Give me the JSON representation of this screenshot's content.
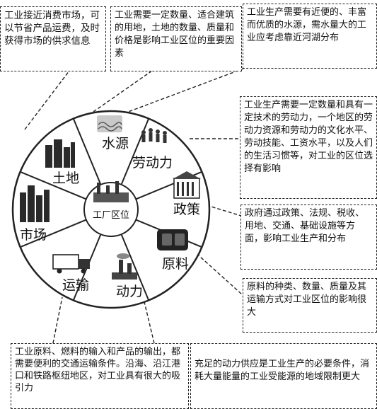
{
  "center": {
    "label": "工厂区位"
  },
  "segments": {
    "water": "水源",
    "labor": "劳动力",
    "policy": "政策",
    "material": "原料",
    "power": "动力",
    "transport": "运输",
    "market": "市场",
    "land": "土地"
  },
  "notes": {
    "market": "工业接近消费市场，可以节省产品运费，及时获得市场的供求信息",
    "land": "工业需要一定数量、适合建筑的用地，土地的数量、质量和价格是影响工业区位的重要因素",
    "water": "工业生产需要有近便的、丰富而优质的水源，需水量大的工业应考虑靠近河湖分布",
    "labor": "工业生产需要一定数量和具有一定技术的劳动力，一个地区的劳动力资源和劳动力的文化水平、劳动技能、工资水平，以及人们的生活习惯等，对工业的区位选择有影响",
    "policy": "政府通过政策、法规、税收、用地、交通、基础设施等方面，影响工业生产和分布",
    "material": "原料的种类、数量、质量及其运输方式对工业区位的影响很大",
    "transport": "工业原料、燃料的输入和产品的输出，都需要便利的交通运输条件。沿海、沿江港口和铁路枢纽地区，对工业具有很大的吸引力",
    "power": "充足的动力供应是工业生产的必要条件，消耗大量能量的工业受能源的地域限制更大"
  }
}
